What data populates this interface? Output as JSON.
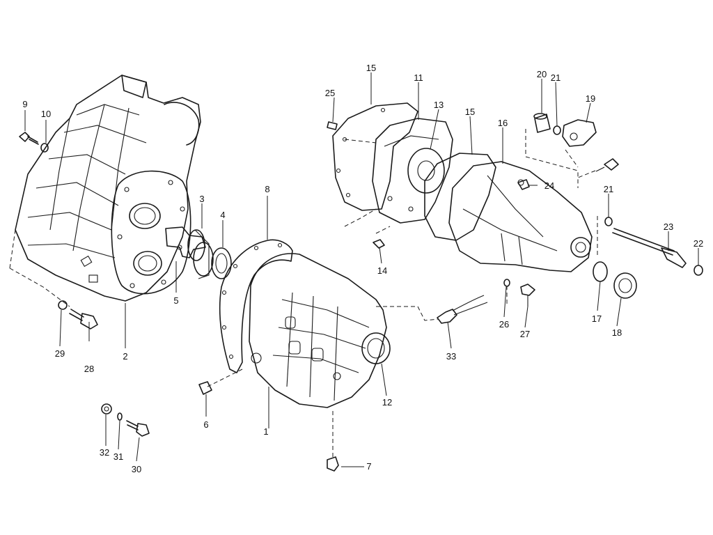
{
  "diagram": {
    "callouts": [
      {
        "id": "1",
        "label": "1"
      },
      {
        "id": "2",
        "label": "2"
      },
      {
        "id": "3",
        "label": "3"
      },
      {
        "id": "4",
        "label": "4"
      },
      {
        "id": "5",
        "label": "5"
      },
      {
        "id": "6",
        "label": "6"
      },
      {
        "id": "7",
        "label": "7"
      },
      {
        "id": "8",
        "label": "8"
      },
      {
        "id": "9",
        "label": "9"
      },
      {
        "id": "10",
        "label": "10"
      },
      {
        "id": "11",
        "label": "11"
      },
      {
        "id": "12",
        "label": "12"
      },
      {
        "id": "13",
        "label": "13"
      },
      {
        "id": "14",
        "label": "14"
      },
      {
        "id": "15a",
        "label": "15"
      },
      {
        "id": "15b",
        "label": "15"
      },
      {
        "id": "16",
        "label": "16"
      },
      {
        "id": "17",
        "label": "17"
      },
      {
        "id": "18",
        "label": "18"
      },
      {
        "id": "19",
        "label": "19"
      },
      {
        "id": "20",
        "label": "20"
      },
      {
        "id": "21a",
        "label": "21"
      },
      {
        "id": "21b",
        "label": "21"
      },
      {
        "id": "22",
        "label": "22"
      },
      {
        "id": "23",
        "label": "23"
      },
      {
        "id": "24",
        "label": "24"
      },
      {
        "id": "25",
        "label": "25"
      },
      {
        "id": "26",
        "label": "26"
      },
      {
        "id": "27",
        "label": "27"
      },
      {
        "id": "28",
        "label": "28"
      },
      {
        "id": "29",
        "label": "29"
      },
      {
        "id": "30",
        "label": "30"
      },
      {
        "id": "31",
        "label": "31"
      },
      {
        "id": "32",
        "label": "32"
      },
      {
        "id": "33",
        "label": "33"
      }
    ]
  }
}
